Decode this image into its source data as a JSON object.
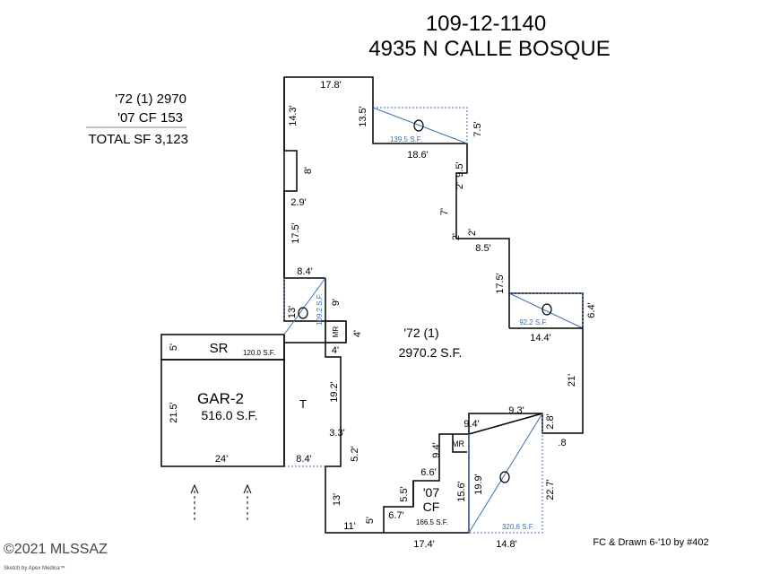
{
  "header": {
    "parcel": "109-12-1140",
    "address": "4935 N CALLE BOSQUE"
  },
  "summary": {
    "line1": "'72 (1) 2970",
    "line2": "'07 CF 153",
    "total": "TOTAL SF 3,123"
  },
  "areas": {
    "main_label": "'72 (1)",
    "main_sf": "2970.2 S.F.",
    "sr_label": "SR",
    "sr_sf": "120.0 S.F.",
    "garage_label": "GAR-2",
    "garage_sf": "516.0 S.F.",
    "t_label": "T",
    "cf_label_1": "'07",
    "cf_label_2": "CF",
    "cf_sf": "166.5 S.F.",
    "patio_top_sf": "139.5 S.F.",
    "patio_right_sf": "92.2 S.F.",
    "patio_left_sf": "109.2 S.F.",
    "patio_bottom_sf": "320.6 S.F.",
    "mr1": "MR",
    "mr2": "MR"
  },
  "dimensions": {
    "d_17_8": "17.8'",
    "d_14_3": "14.3'",
    "d_13_5": "13.5'",
    "d_7_5": "7.5'",
    "d_18_6": "18.6'",
    "d_9_5": "9.5'",
    "d_2_a": "2'",
    "d_8": "8'",
    "d_2_9": "2.9'",
    "d_7": "7'",
    "d_2_b": "2'",
    "d_2_c": "2'",
    "d_8_5": "8.5'",
    "d_17_5_left": "17.5'",
    "d_17_5_right": "17.5'",
    "d_8_4_top": "8.4'",
    "d_6_4": "6.4'",
    "d_13": "13'",
    "d_9": "9'",
    "d_14_4": "14.4'",
    "d_4_a": "4'",
    "d_4_b": "4'",
    "d_5_sr": "5'",
    "d_21": "21'",
    "d_19_2": "19.2'",
    "d_21_5": "21.5'",
    "d_9_3": "9.3'",
    "d_2_8": "2.8'",
    "d_8_pt": ".8",
    "d_9_4_h": "9.4'",
    "d_3_3": "3.3'",
    "d_9_4_v": "9.4'",
    "d_5_2": "5.2'",
    "d_24": "24'",
    "d_8_4_bottom": "8.4'",
    "d_6_6": "6.6'",
    "d_5_5": "5.5'",
    "d_15_6": "15.6'",
    "d_19_9": "19.9'",
    "d_22_7": "22.7'",
    "d_13_bottom": "13'",
    "d_6_7": "6.7'",
    "d_11": "11'",
    "d_5_bottom": "5'",
    "d_17_4": "17.4'",
    "d_14_8": "14.8'"
  },
  "footer": {
    "drawn": "FC & Drawn 6-'10 by #402",
    "watermark": "©2021 MLSSAZ",
    "credit": "Sketch by Apex Medina™"
  },
  "colors": {
    "line": "#000000",
    "patio": "#3a6fb0"
  }
}
